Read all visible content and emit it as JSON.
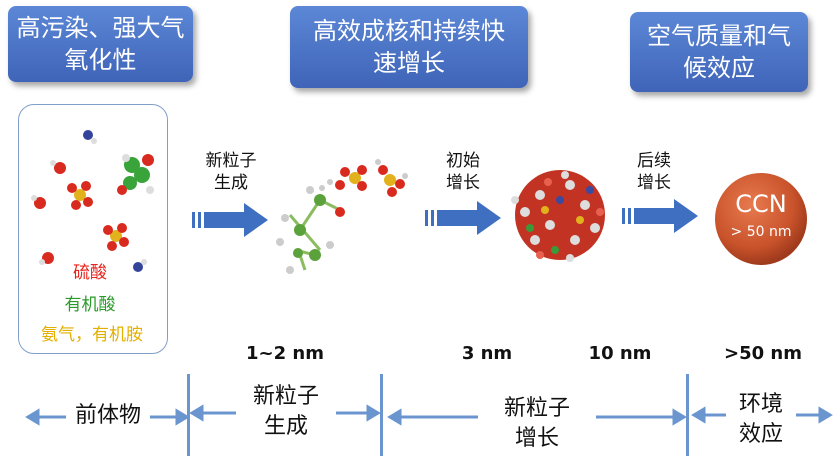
{
  "banners": [
    {
      "line1": "高污染、强大气",
      "line2": "氧化性"
    },
    {
      "line1": "高效成核和持续快",
      "line2": "速增长"
    },
    {
      "line1": "空气质量和气",
      "line2": "候效应"
    }
  ],
  "precursor_panel": {
    "sulfuric_acid": "硫酸",
    "organic_acid": "有机酸",
    "ammonia_amine": "氨气，有机胺"
  },
  "step_labels": {
    "new_particle_formation": {
      "line1": "新粒子",
      "line2": "生成"
    },
    "initial_growth": {
      "line1": "初始",
      "line2": "增长"
    },
    "subsequent_growth": {
      "line1": "后续",
      "line2": "增长"
    }
  },
  "ccn": {
    "title": "CCN",
    "size": "> 50 nm"
  },
  "sizes": [
    "1~2 nm",
    "3 nm",
    "10 nm",
    ">50 nm"
  ],
  "stages": {
    "precursor": "前体物",
    "formation": {
      "line1": "新粒子",
      "line2": "生成"
    },
    "growth": {
      "line1": "新粒子",
      "line2": "增长"
    },
    "effect": {
      "line1": "环境",
      "line2": "效应"
    }
  },
  "colors": {
    "banner": "#4a72c4",
    "arrow": "#3f6fc0",
    "divider": "#6a95cf",
    "sulfuric": "#e8231c",
    "organic": "#2a9a2a",
    "ammonia": "#e3b000",
    "ccn": "#c9532b"
  }
}
